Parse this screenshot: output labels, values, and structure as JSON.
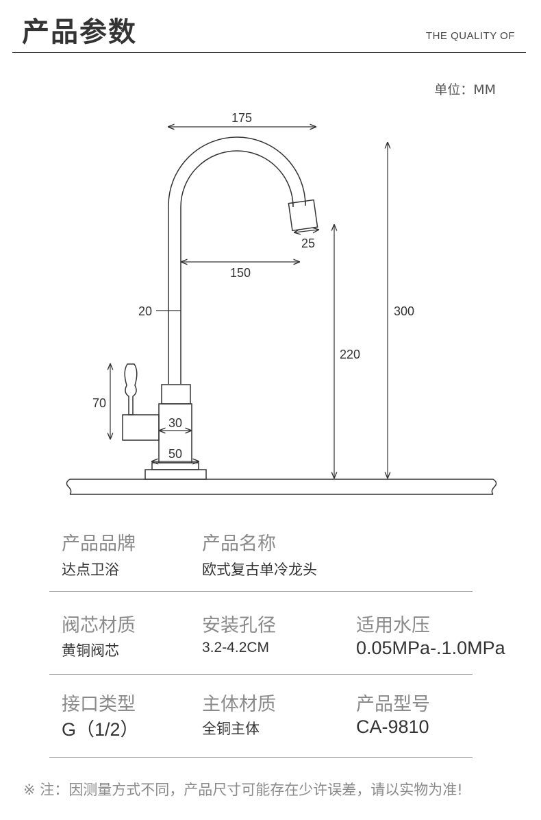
{
  "header": {
    "title": "产品参数",
    "subtitle": "THE QUALITY OF"
  },
  "drawing": {
    "unit": "单位：MM",
    "dimensions": {
      "spout_reach": "175",
      "aerator_width": "25",
      "spout_inner": "150",
      "body_diameter": "20",
      "height_under_spout": "220",
      "total_height": "300",
      "handle_height": "70",
      "body_width": "30",
      "base_width": "50"
    }
  },
  "specs": [
    [
      {
        "label": "产品品牌",
        "value": "达点卫浴"
      },
      {
        "label": "产品名称",
        "value": "欧式复古单冷龙头"
      }
    ],
    [
      {
        "label": "阀芯材质",
        "value": "黄铜阀芯"
      },
      {
        "label": "安装孔径",
        "value": "3.2-4.2CM"
      },
      {
        "label": "适用水压",
        "value": "0.05MPa-.1.0MPa"
      }
    ],
    [
      {
        "label": "接口类型",
        "value": "G（1/2）"
      },
      {
        "label": "主体材质",
        "value": "全铜主体"
      },
      {
        "label": "产品型号",
        "value": "CA-9810"
      }
    ]
  ],
  "note": "※ 注：因测量方式不同，产品尺寸可能存在少许误差，请以实物为准!"
}
